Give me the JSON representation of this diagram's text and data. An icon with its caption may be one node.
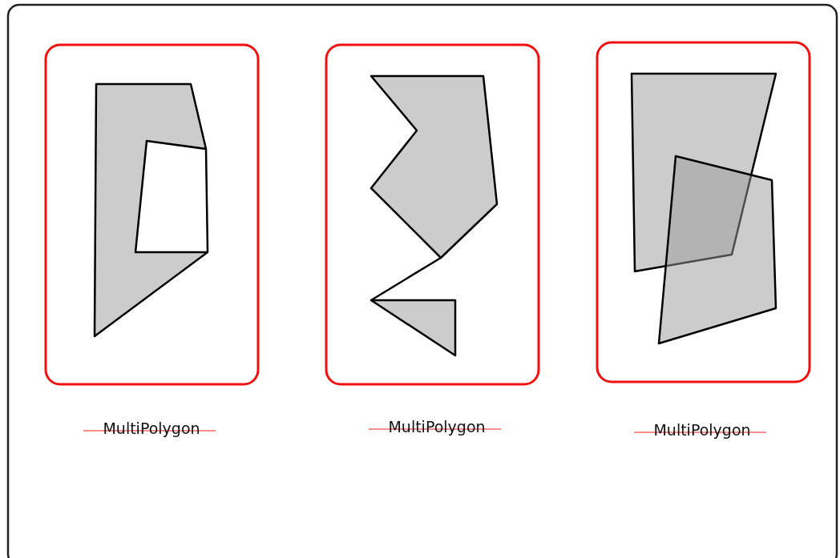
{
  "diagram": {
    "labels": [
      "MultiPolygon",
      "MultiPolygon",
      "MultiPolygon"
    ]
  }
}
